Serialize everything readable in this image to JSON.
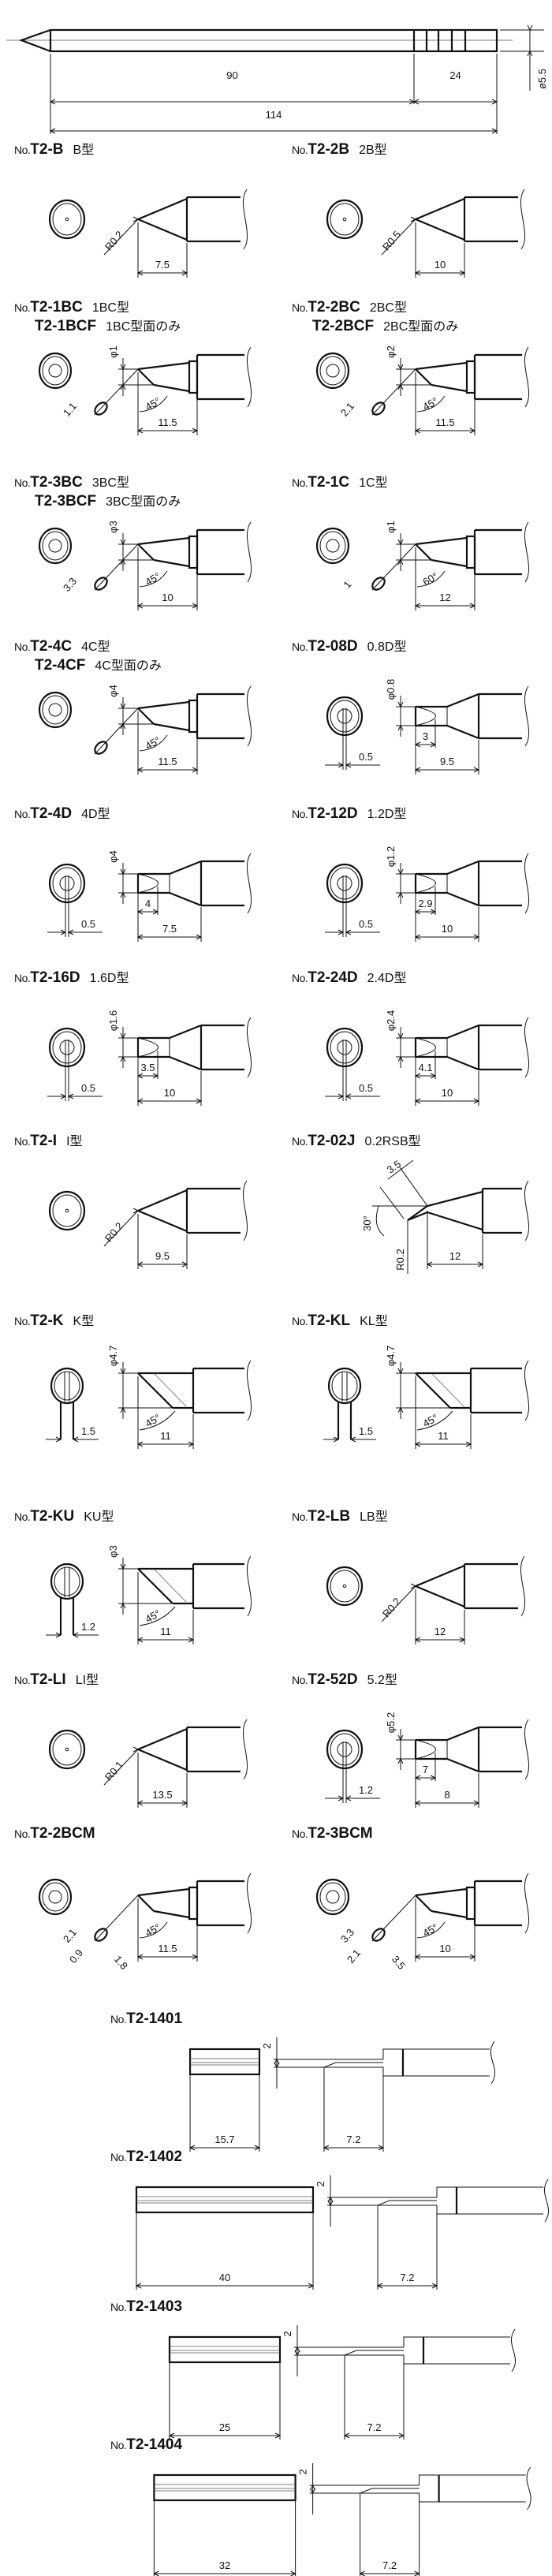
{
  "main_tip": {
    "dims": {
      "front_length": "90",
      "rear_length": "24",
      "total_length": "114",
      "diameter": "ø5.5"
    }
  },
  "tips": [
    {
      "no": "No.",
      "code": "T2-B",
      "type": "B型",
      "style": "conical",
      "dims": {
        "radius": "R0.2",
        "length": "7.5"
      }
    },
    {
      "no": "No.",
      "code": "T2-2B",
      "type": "2B型",
      "style": "conical",
      "dims": {
        "radius": "R0.5",
        "length": "10"
      }
    },
    {
      "no": "No.",
      "code": "T2-1BC",
      "type": "1BC型",
      "alt_code": "T2-1BCF",
      "alt_type": "1BC型面のみ",
      "style": "bevel",
      "dims": {
        "diameter": "φ1",
        "width": "1.1",
        "angle": "45°",
        "length": "11.5"
      }
    },
    {
      "no": "No.",
      "code": "T2-2BC",
      "type": "2BC型",
      "alt_code": "T2-2BCF",
      "alt_type": "2BC型面のみ",
      "style": "bevel",
      "dims": {
        "diameter": "φ2",
        "width": "2.1",
        "angle": "45°",
        "length": "11.5"
      }
    },
    {
      "no": "No.",
      "code": "T2-3BC",
      "type": "3BC型",
      "alt_code": "T2-3BCF",
      "alt_type": "3BC型面のみ",
      "style": "bevel",
      "dims": {
        "diameter": "φ3",
        "width": "3.3",
        "angle": "45°",
        "length": "10"
      }
    },
    {
      "no": "No.",
      "code": "T2-1C",
      "type": "1C型",
      "style": "bevel",
      "dims": {
        "diameter": "φ1",
        "width": "1",
        "angle": "60°",
        "length": "12"
      }
    },
    {
      "no": "No.",
      "code": "T2-4C",
      "type": "4C型",
      "alt_code": "T2-4CF",
      "alt_type": "4C型面のみ",
      "style": "bevel",
      "dims": {
        "diameter": "φ4",
        "angle": "45°",
        "length": "11.5"
      }
    },
    {
      "no": "No.",
      "code": "T2-08D",
      "type": "0.8D型",
      "style": "chisel",
      "dims": {
        "diameter": "φ0.8",
        "thickness": "0.5",
        "length2": "3",
        "length": "9.5"
      }
    },
    {
      "no": "No.",
      "code": "T2-4D",
      "type": "4D型",
      "style": "chisel",
      "dims": {
        "diameter": "φ4",
        "thickness": "0.5",
        "length2": "4",
        "length": "7.5"
      }
    },
    {
      "no": "No.",
      "code": "T2-12D",
      "type": "1.2D型",
      "style": "chisel",
      "dims": {
        "diameter": "φ1.2",
        "thickness": "0.5",
        "length2": "2.9",
        "length": "10"
      }
    },
    {
      "no": "No.",
      "code": "T2-16D",
      "type": "1.6D型",
      "style": "chisel",
      "dims": {
        "diameter": "φ1.6",
        "thickness": "0.5",
        "length2": "3.5",
        "length": "10"
      }
    },
    {
      "no": "No.",
      "code": "T2-24D",
      "type": "2.4D型",
      "style": "chisel",
      "dims": {
        "diameter": "φ2.4",
        "thickness": "0.5",
        "length2": "4.1",
        "length": "10"
      }
    },
    {
      "no": "No.",
      "code": "T2-I",
      "type": "I型",
      "style": "conical",
      "dims": {
        "radius": "R0.2",
        "length": "9.5"
      }
    },
    {
      "no": "No.",
      "code": "T2-02J",
      "type": "0.2RSB型",
      "style": "bent",
      "dims": {
        "width": "3.5",
        "angle": "30°",
        "radius": "R0.2",
        "length": "12"
      }
    },
    {
      "no": "No.",
      "code": "T2-K",
      "type": "K型",
      "style": "knife",
      "dims": {
        "diameter": "φ4.7",
        "thickness": "1.5",
        "angle": "45°",
        "length": "11"
      }
    },
    {
      "no": "No.",
      "code": "T2-KL",
      "type": "KL型",
      "style": "knife",
      "dims": {
        "diameter": "φ4.7",
        "thickness": "1.5",
        "angle": "45°",
        "length": "11"
      }
    },
    {
      "no": "No.",
      "code": "T2-KU",
      "type": "KU型",
      "style": "knife",
      "dims": {
        "diameter": "φ3",
        "thickness": "1.2",
        "angle": "45°",
        "length": "11"
      }
    },
    {
      "no": "No.",
      "code": "T2-LB",
      "type": "LB型",
      "style": "conical",
      "dims": {
        "radius": "R0.2",
        "length": "12"
      }
    },
    {
      "no": "No.",
      "code": "T2-LI",
      "type": "LI型",
      "style": "conical",
      "dims": {
        "radius": "R0.1",
        "length": "13.5"
      }
    },
    {
      "no": "No.",
      "code": "T2-52D",
      "type": "5.2型",
      "style": "chisel",
      "dims": {
        "diameter": "φ5.2",
        "thickness": "1.2",
        "length2": "7",
        "length": "8"
      }
    },
    {
      "no": "No.",
      "code": "T2-2BCM",
      "style": "bevel",
      "dims": {
        "width": "2.1",
        "width2": "0.9",
        "width3": "1.8",
        "angle": "45°",
        "length": "11.5"
      }
    },
    {
      "no": "No.",
      "code": "T2-3BCM",
      "style": "bevel",
      "dims": {
        "width": "3.3",
        "width2": "2.1",
        "width3": "3.5",
        "angle": "45°",
        "length": "10"
      }
    }
  ],
  "blades": [
    {
      "no": "No.",
      "code": "T2-1401",
      "face_length_mm": 15.7,
      "dims": {
        "face_length": "15.7",
        "thickness": "2",
        "length": "7.2"
      }
    },
    {
      "no": "No.",
      "code": "T2-1402",
      "face_length_mm": 40,
      "dims": {
        "face_length": "40",
        "thickness": "2",
        "length": "7.2"
      }
    },
    {
      "no": "No.",
      "code": "T2-1403",
      "face_length_mm": 25,
      "dims": {
        "face_length": "25",
        "thickness": "2",
        "length": "7.2"
      }
    },
    {
      "no": "No.",
      "code": "T2-1404",
      "face_length_mm": 32,
      "dims": {
        "face_length": "32",
        "thickness": "2",
        "length": "7.2"
      }
    }
  ]
}
